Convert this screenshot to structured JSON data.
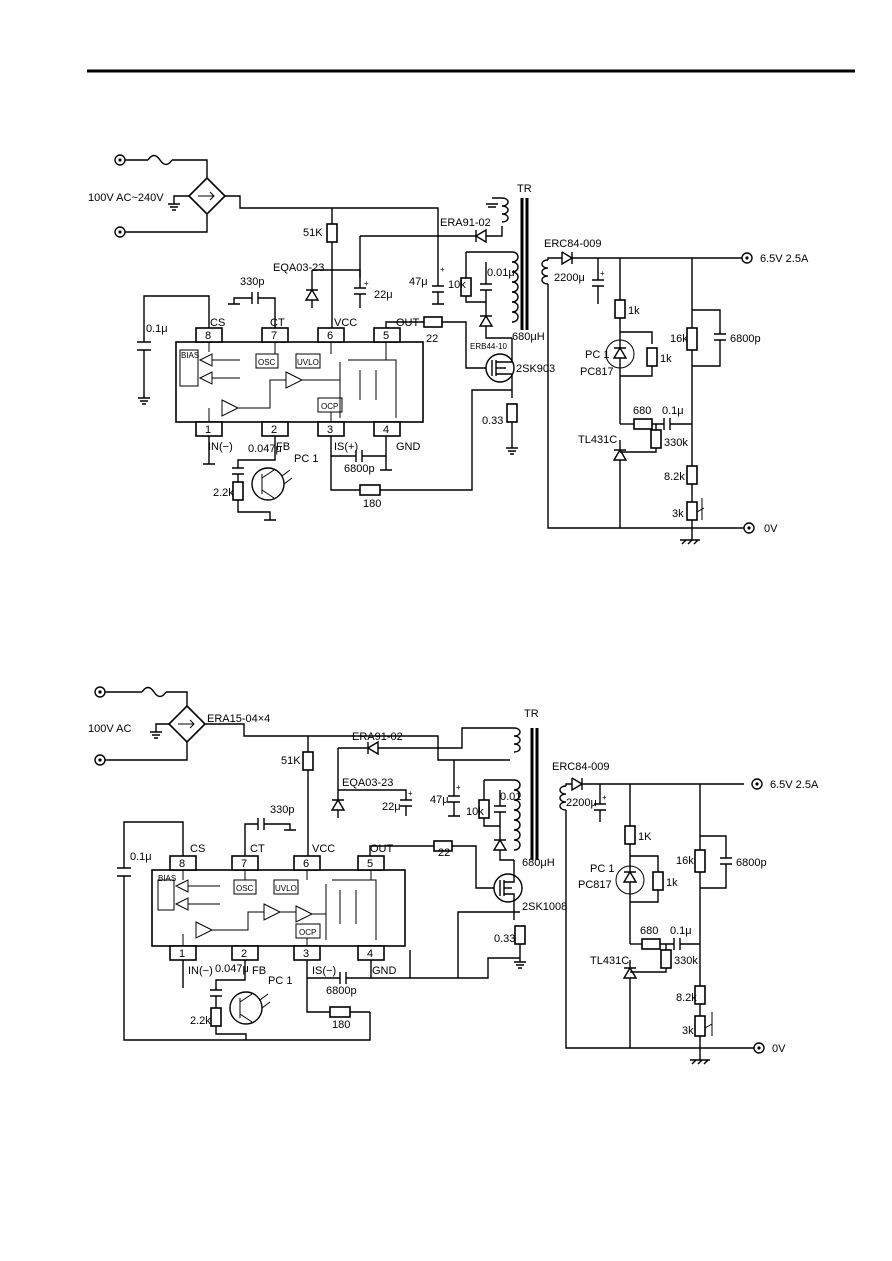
{
  "circuit_top": {
    "input_label": "100V AC~240V",
    "transformer_label": "TR",
    "labels": {
      "start_resistor": "51K",
      "aux_diode": "ERA91-02",
      "vcc_zener": "EQA03-23",
      "vcc_cap": "22μ",
      "bulk_cap": "47μ",
      "snubber_r": "10k",
      "snubber_c": "0.01μ",
      "snubber_d": "ERB44-10",
      "primary_l": "680μH",
      "gate_r": "22",
      "mosfet": "2SK903",
      "sense_r": "0.33",
      "ct_cap": "330p",
      "cs_cap": "0.1μ",
      "fb_cap": "0.047μ",
      "fb_r": "2.2k",
      "opto_tx": "PC 1",
      "is_cap": "6800p",
      "is_r": "180",
      "out_diode": "ERC84-009",
      "out_cap": "2200μ",
      "out_voltage": "6.5V 2.5A",
      "led_r": "1k",
      "opto_rx": "PC 1",
      "opto_part": "PC817",
      "led_shunt_r": "1k",
      "div_top_r": "16k",
      "div_cap": "6800p",
      "comp_r": "680",
      "comp_c": "0.1μ",
      "comp_r2": "330k",
      "shunt_ref": "TL431C",
      "div_mid_r": "8.2k",
      "div_pot": "3k",
      "ground": "0V"
    },
    "ic": {
      "pin_top": [
        "8",
        "7",
        "6",
        "5"
      ],
      "pin_top_names": [
        "CS",
        "CT",
        "VCC",
        "OUT"
      ],
      "pin_bottom": [
        "1",
        "2",
        "3",
        "4"
      ],
      "pin_bottom_names": [
        "IN(−)",
        "FB",
        "IS(+)",
        "GND"
      ],
      "blocks": [
        "BIAS",
        "OSC",
        "UVLO",
        "OCP"
      ]
    }
  },
  "circuit_bottom": {
    "input_label": "100V AC",
    "bridge_label": "ERA15-04×4",
    "transformer_label": "TR",
    "labels": {
      "start_resistor": "51K",
      "aux_diode": "ERA91-02",
      "vcc_zener": "EQA03-23",
      "vcc_cap": "22μ",
      "bulk_cap": "47μ",
      "snubber_r": "10k",
      "snubber_c": "0.01",
      "primary_l": "680μH",
      "gate_r": "22",
      "mosfet": "2SK1008",
      "sense_r": "0.33",
      "ct_cap": "330p",
      "cs_cap": "0.1μ",
      "fb_cap": "0.047μ",
      "fb_r": "2.2k",
      "opto_tx": "PC 1",
      "is_cap": "6800p",
      "is_r": "180",
      "out_diode": "ERC84-009",
      "out_cap": "2200μ",
      "out_voltage": "6.5V 2.5A",
      "led_r": "1K",
      "opto_rx": "PC 1",
      "opto_part": "PC817",
      "led_shunt_r": "1k",
      "div_top_r": "16k",
      "div_cap": "6800p",
      "comp_r": "680",
      "comp_c": "0.1μ",
      "comp_r2": "330k",
      "shunt_ref": "TL431C",
      "div_mid_r": "8.2k",
      "div_pot": "3k",
      "ground": "0V"
    },
    "ic": {
      "pin_top": [
        "8",
        "7",
        "6",
        "5"
      ],
      "pin_top_names": [
        "CS",
        "CT",
        "VCC",
        "OUT"
      ],
      "pin_bottom": [
        "1",
        "2",
        "3",
        "4"
      ],
      "pin_bottom_names": [
        "IN(−)",
        "FB",
        "IS(−)",
        "GND"
      ],
      "blocks": [
        "BIAS",
        "OSC",
        "UVLO",
        "OCP"
      ]
    }
  }
}
